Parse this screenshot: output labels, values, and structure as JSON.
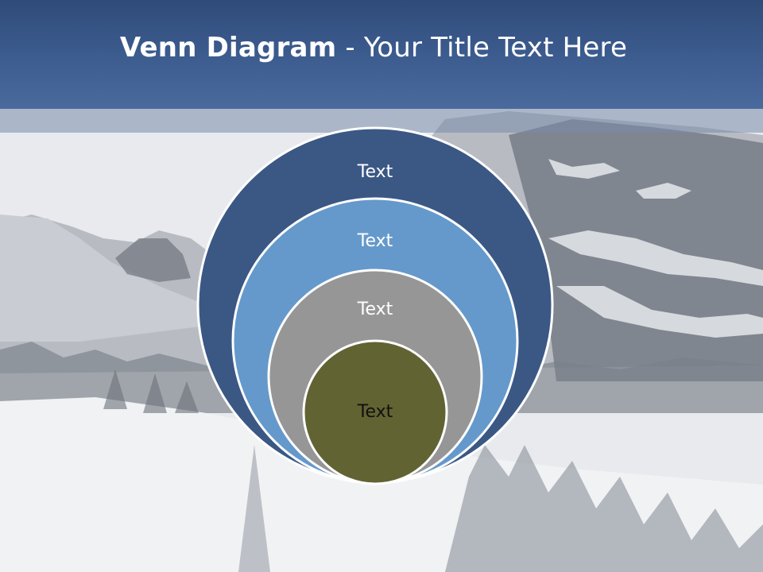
{
  "title": {
    "bold": "Venn Diagram",
    "rest": " - Your Title Text Here"
  },
  "circles": [
    {
      "label": "Text",
      "fill": "#3b5884"
    },
    {
      "label": "Text",
      "fill": "#6599cb"
    },
    {
      "label": "Text",
      "fill": "#969696"
    },
    {
      "label": "Text",
      "fill": "#626333"
    }
  ],
  "colors": {
    "header": "#3d5d90",
    "outline": "#ffffff"
  }
}
